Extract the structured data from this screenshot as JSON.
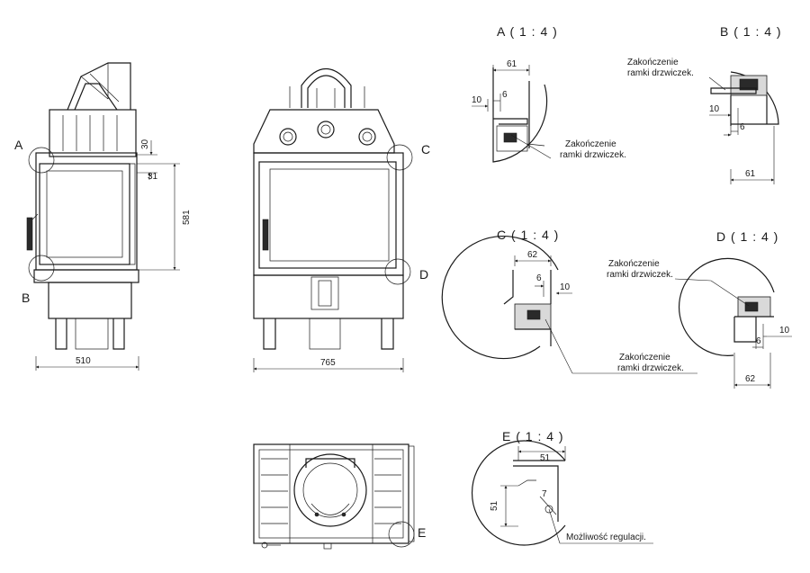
{
  "front_view": {
    "callout_a": "A",
    "callout_b": "B",
    "dim_width": "510",
    "dim_height": "581",
    "dim_30": "30",
    "dim_31": "31"
  },
  "side_view": {
    "callout_c": "C",
    "callout_d": "D",
    "dim_width": "765"
  },
  "top_view": {
    "callout_e": "E"
  },
  "detail_a": {
    "title": "A ( 1 : 4 )",
    "dim_61": "61",
    "dim_10": "10",
    "dim_6": "6",
    "note_line1": "Zakończenie",
    "note_line2": "ramki drzwiczek."
  },
  "detail_b": {
    "title": "B ( 1 : 4 )",
    "dim_61": "61",
    "dim_10": "10",
    "dim_6": "6",
    "note_line1": "Zakończenie",
    "note_line2": "ramki drzwiczek."
  },
  "detail_c": {
    "title": "C ( 1 : 4 )",
    "dim_62": "62",
    "dim_6": "6",
    "dim_10": "10",
    "note_line1": "Zakończenie",
    "note_line2": "ramki drzwiczek."
  },
  "detail_d": {
    "title": "D ( 1 : 4 )",
    "dim_62": "62",
    "dim_6": "6",
    "dim_10": "10",
    "note_line1": "Zakończenie",
    "note_line2": "ramki drzwiczek."
  },
  "detail_e": {
    "title": "E ( 1 : 4 )",
    "dim_51_h": "51",
    "dim_51_v": "51",
    "dim_7": "7",
    "note": "Możliwość regulacji."
  }
}
